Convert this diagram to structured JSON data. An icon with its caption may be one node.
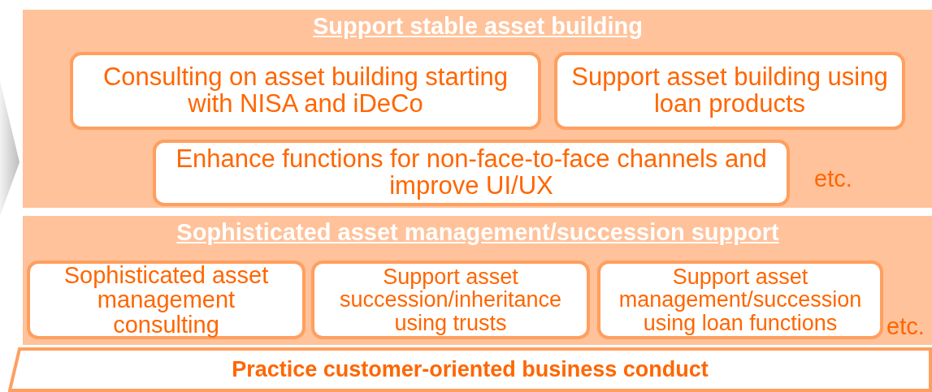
{
  "diagram": {
    "nodes": [
      {
        "text": [
          "Support stable asset building",
          "etc."
        ]
      },
      {
        "text": [
          "Consulting on asset building starting with NISA and iDeCo"
        ],
        "in": 0
      },
      {
        "text": [
          "Support asset building using loan products"
        ],
        "in": 0
      },
      {
        "text": [
          "Enhance functions for non-face-to-face channels and improve UI/UX"
        ],
        "in": 0
      },
      {
        "text": [
          "Sophisticated asset management/succession support",
          "etc."
        ]
      },
      {
        "text": [
          "Sophisticated asset management consulting"
        ],
        "in": 4
      },
      {
        "text": [
          "Support asset succession/inheritance using trusts"
        ],
        "in": 4
      },
      {
        "text": [
          "Support asset management/succession using loan functions"
        ],
        "in": 4
      },
      {
        "text": [
          "Practice customer-oriented business conduct"
        ]
      }
    ],
    "edges": []
  }
}
